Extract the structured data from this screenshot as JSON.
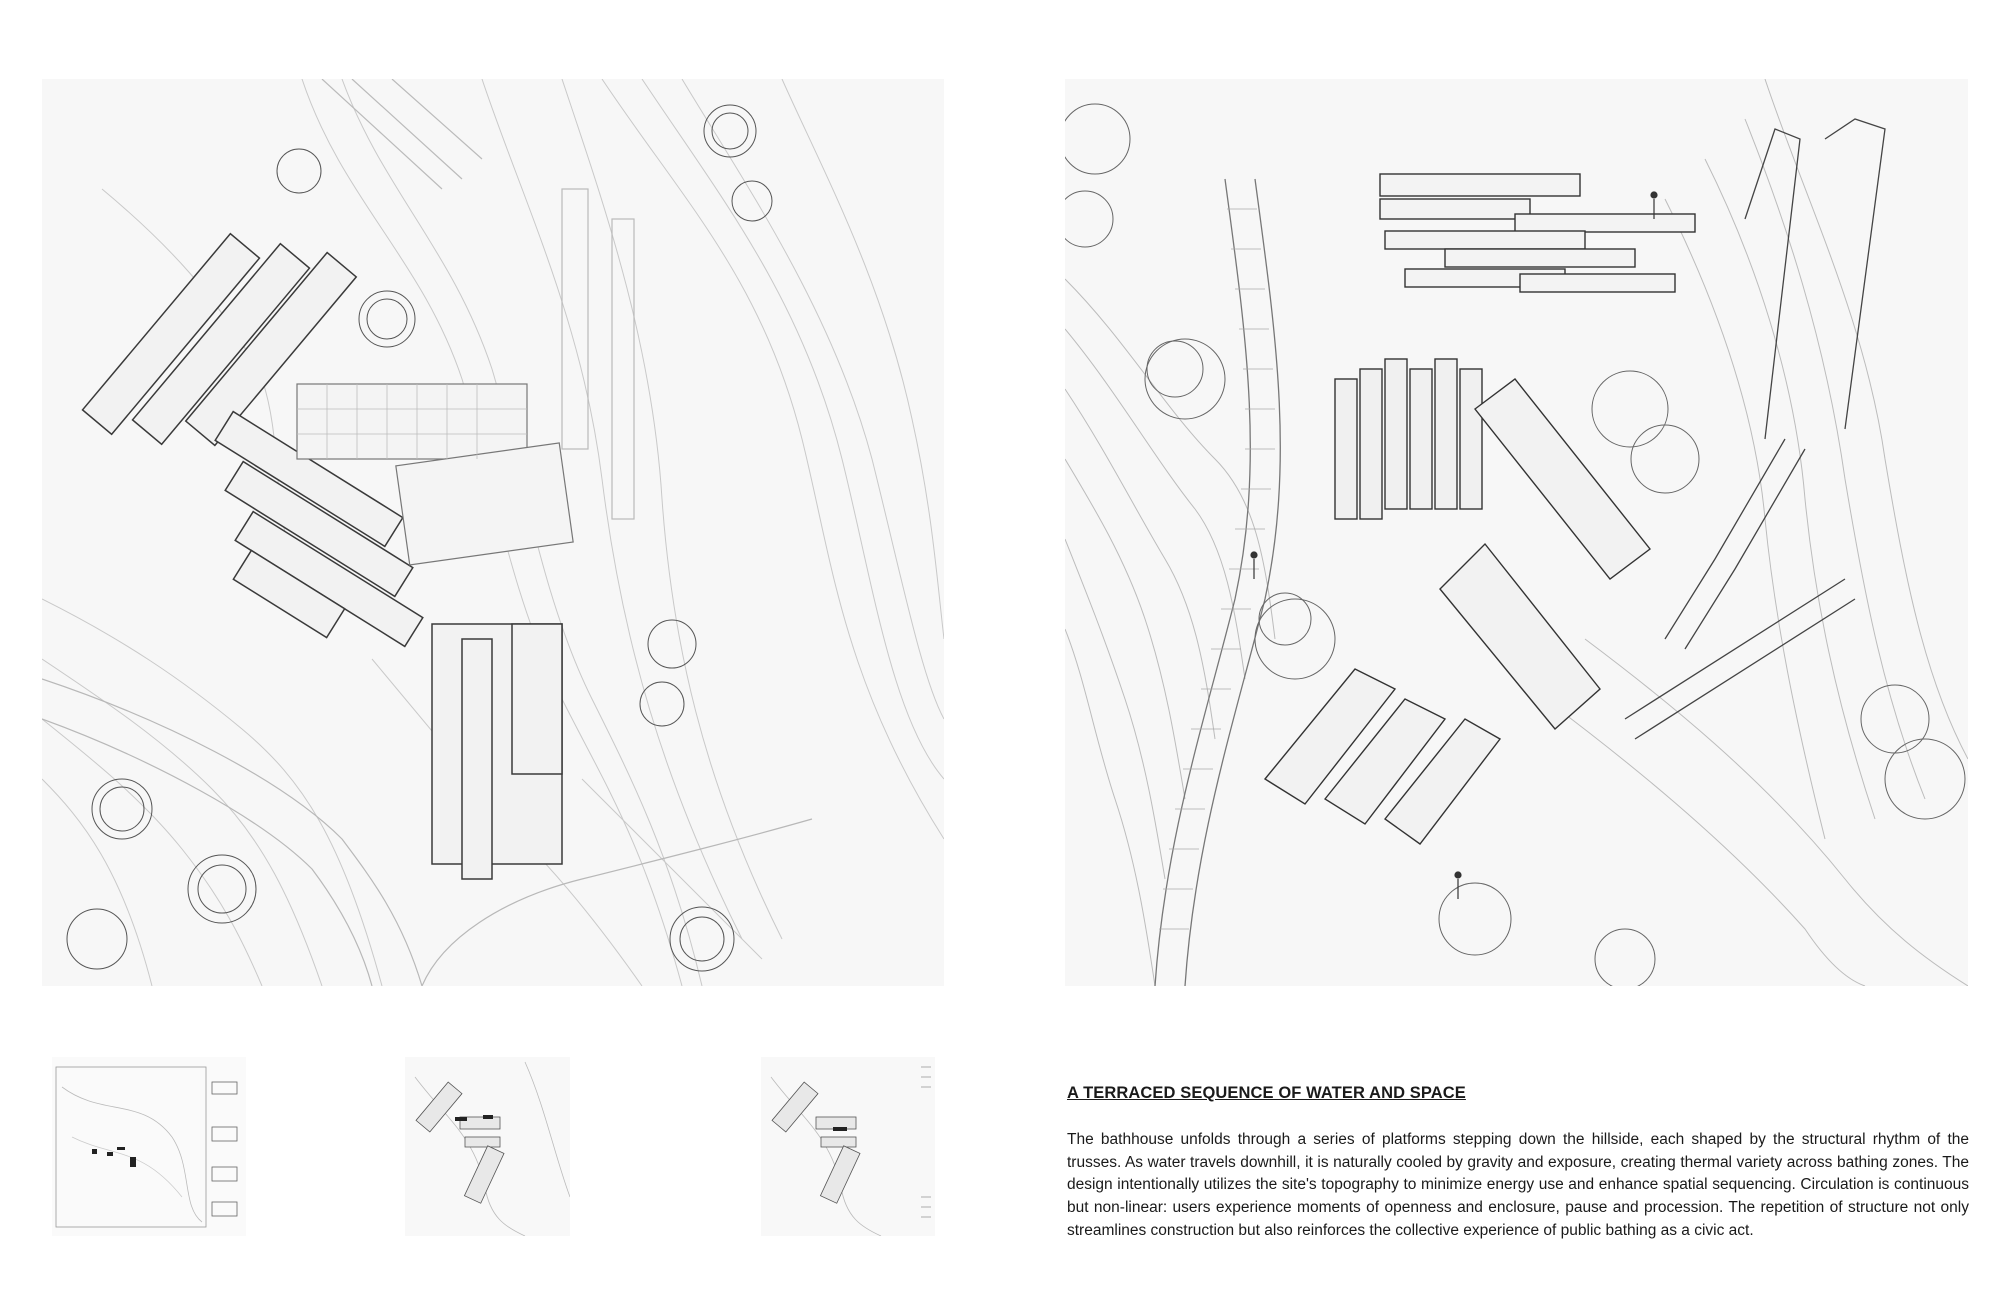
{
  "panels": {
    "plan": {
      "icon": "site-plan-drawing"
    },
    "axonometric": {
      "icon": "axonometric-drawing"
    },
    "thumbnails": [
      {
        "icon": "key-plan-thumbnail"
      },
      {
        "icon": "site-plan-thumbnail"
      },
      {
        "icon": "roof-plan-thumbnail"
      }
    ]
  },
  "text": {
    "heading": "A TERRACED SEQUENCE OF WATER AND SPACE",
    "body": "The bathhouse unfolds through a series of platforms stepping down the hillside, each shaped by the structural rhythm of the trusses. As water travels downhill, it is naturally cooled by gravity and exposure, creating thermal variety across bathing zones. The design intentionally utilizes the site's topography to minimize energy use and enhance spatial sequencing. Circulation is continuous but non-linear: users experience moments of openness and enclosure, pause and procession. The repetition of structure not only streamlines construction but also reinforces the collective experience of public bathing as a civic act."
  },
  "colors": {
    "line": "#9a9a9a",
    "dark_line": "#3a3a3a",
    "panel_bg": "#f7f7f7"
  }
}
